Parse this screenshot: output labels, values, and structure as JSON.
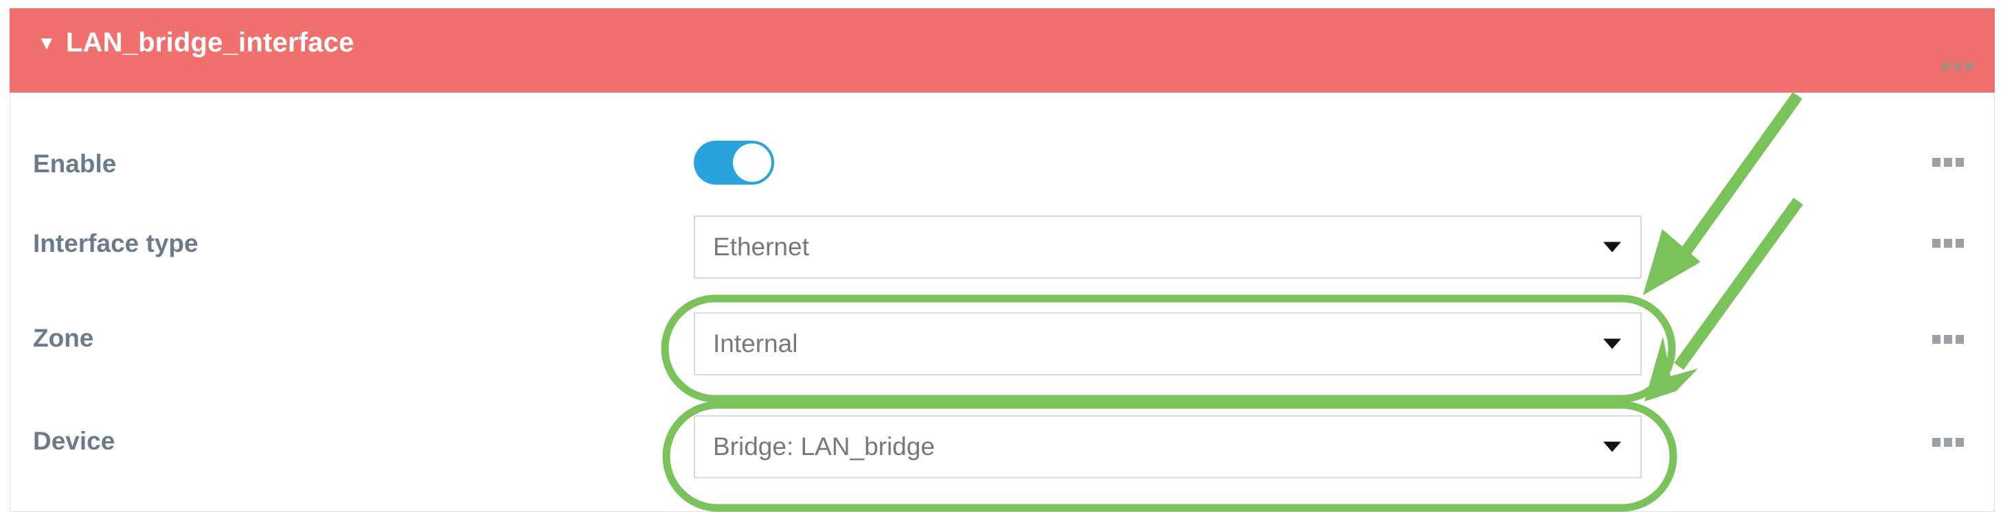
{
  "panel": {
    "title": "LAN_bridge_interface",
    "collapse_icon": "caret-down-icon",
    "header_color": "#f0706e",
    "menu_icon": "ellipsis-icon"
  },
  "rows": [
    {
      "label": "Enable",
      "control": "toggle",
      "toggle_state": "on",
      "toggle_color": "#29a3dc",
      "menu_icon": "ellipsis-icon"
    },
    {
      "label": "Interface type",
      "control": "select",
      "value": "Ethernet",
      "arrow_icon": "caret-down-icon",
      "menu_icon": "ellipsis-icon"
    },
    {
      "label": "Zone",
      "control": "select",
      "value": "Internal",
      "arrow_icon": "caret-down-icon",
      "menu_icon": "ellipsis-icon"
    },
    {
      "label": "Device",
      "control": "select",
      "value": "Bridge: LAN_bridge",
      "arrow_icon": "caret-down-icon",
      "menu_icon": "ellipsis-icon"
    }
  ],
  "annotations": {
    "highlight_color": "#7ac25a",
    "ellipses": [
      {
        "target": "Zone"
      },
      {
        "target": "Device"
      }
    ],
    "arrows": [
      {
        "points_to": "Zone"
      },
      {
        "points_to": "Device"
      }
    ]
  }
}
